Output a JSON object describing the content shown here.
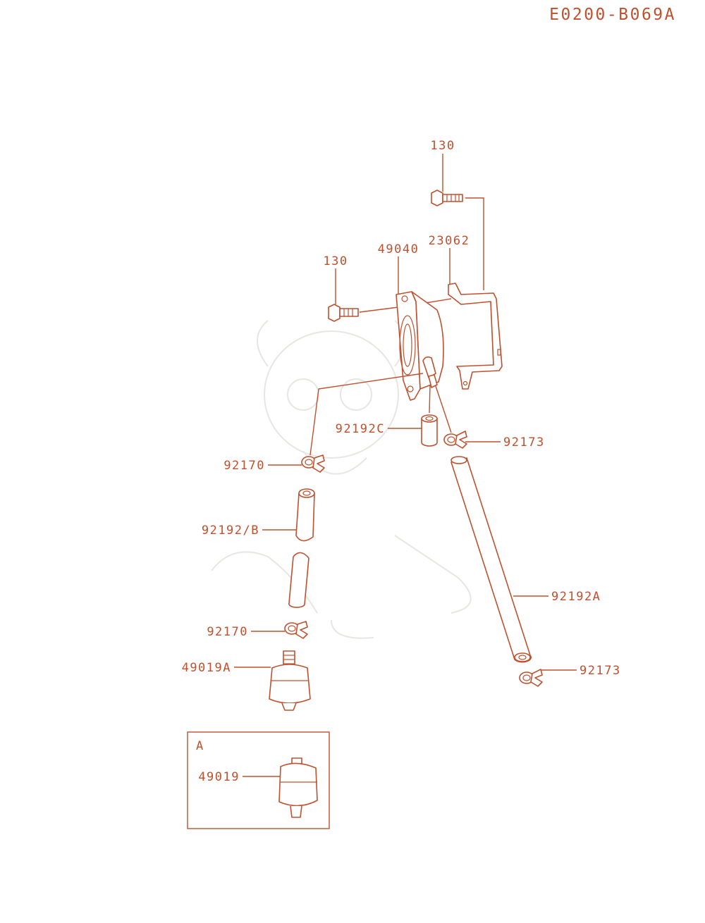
{
  "diagram_code": "E0200-B069A",
  "inset": {
    "label": "A"
  },
  "parts": {
    "bolt_top": "130",
    "bolt_left": "130",
    "pump": "49040",
    "bracket": "23062",
    "hose_short": "92192C",
    "clamp_right_top": "92173",
    "clamp_left_top": "92170",
    "hose_mid": "92192/B",
    "hose_long": "92192A",
    "clamp_left_bottom": "92170",
    "clamp_right_bottom": "92173",
    "filter_main": "49019A",
    "filter_inset": "49019"
  },
  "colors": {
    "line": "#c0502e",
    "background": "#ffffff"
  }
}
